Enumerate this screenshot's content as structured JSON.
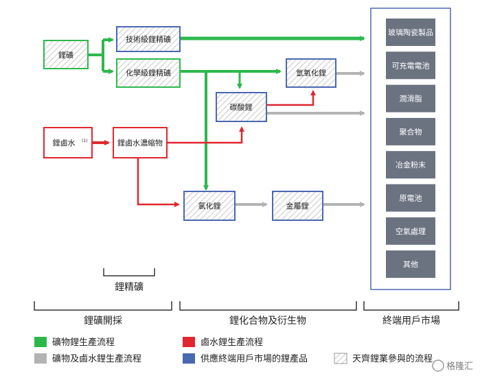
{
  "diagram": {
    "nodes": {
      "lithium_ore": "鋰礦",
      "technical_concentrate": "技術級鋰精礦",
      "chemical_concentrate": "化學級鋰精礦",
      "hydroxide": "氫氧化鋰",
      "carbonate": "碳酸鋰",
      "brine": "鋰鹵水",
      "brine_note": "(1)",
      "brine_concentrate": "鋰鹵水濃縮物",
      "chloride": "氯化鋰",
      "metal": "金屬鋰"
    },
    "end_markets": [
      "玻璃陶瓷製品",
      "可充電電池",
      "潤滑脂",
      "聚合物",
      "冶金粉末",
      "原電池",
      "空氣處理",
      "其他"
    ],
    "brackets": {
      "concentrate": "鋰精礦",
      "mining": "鋰礦開採",
      "compounds": "鋰化合物及衍生物",
      "end_market": "終端用戶市場"
    },
    "legend": [
      {
        "label": "礦物鋰生產流程",
        "color": "#2db84c"
      },
      {
        "label": "鹵水鋰生產流程",
        "color": "#e0262e"
      },
      {
        "label": "礦物及鹵水鋰生產流程",
        "color": "#b3b3b3"
      },
      {
        "label": "供應終端用戶市場的鋰產品",
        "color": "#4a68b0"
      },
      {
        "label": "天齊鋰業參與的流程",
        "color": "hatched"
      }
    ],
    "colors": {
      "green": "#2db84c",
      "red": "#e0262e",
      "gray": "#b3b3b3",
      "blue": "#4a68b0",
      "end_box": "#6b7280"
    },
    "watermark": "格隆汇"
  }
}
